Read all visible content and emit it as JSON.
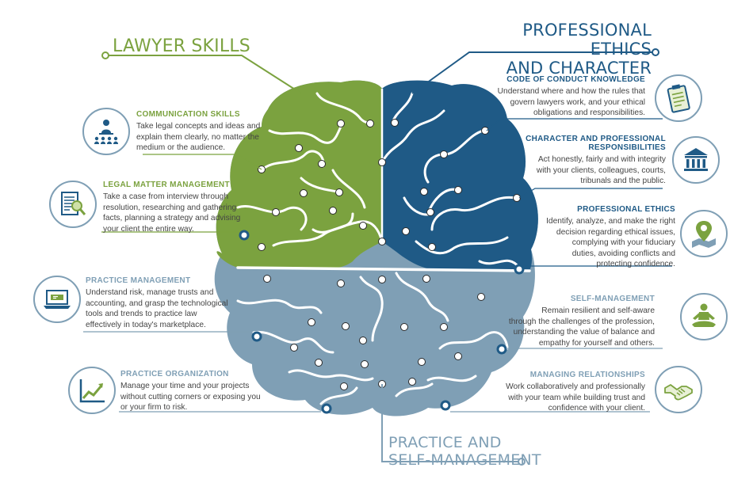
{
  "sections": {
    "lawyer_skills": "LAWYER SKILLS",
    "ethics_line1": "PROFESSIONAL ETHICS",
    "ethics_line2": "AND CHARACTER",
    "practice_line1": "PRACTICE AND",
    "practice_line2": "SELF-MANAGEMENT"
  },
  "left_items": [
    {
      "heading": "COMMUNICATION SKILLS",
      "lines": [
        "Take legal concepts and ideas and",
        "explain them clearly, no matter the",
        "medium or the audience."
      ],
      "icon": "presenter-icon"
    },
    {
      "heading": "LEGAL MATTER MANAGEMENT",
      "lines": [
        "Take a case from interview through",
        "resolution, researching and gathering",
        "facts, planning a strategy and advising",
        "your client the entire way."
      ],
      "icon": "document-search-icon"
    },
    {
      "heading": "PRACTICE MANAGEMENT",
      "lines": [
        "Understand risk, manage trusts and",
        "accounting, and grasp the technological",
        "tools and trends to practice law",
        "effectively in today's marketplace."
      ],
      "icon": "laptop-icon"
    },
    {
      "heading": "PRACTICE ORGANIZATION",
      "lines": [
        "Manage your time and your projects",
        "without cutting corners or exposing you",
        "or your firm to risk."
      ],
      "icon": "growth-chart-icon"
    }
  ],
  "right_items": [
    {
      "heading": "CODE OF CONDUCT KNOWLEDGE",
      "lines": [
        "Understand where and how the rules that",
        "govern lawyers work, and your ethical",
        "obligations and responsibilities."
      ],
      "icon": "clipboard-icon"
    },
    {
      "heading_lines": [
        "CHARACTER AND PROFESSIONAL",
        "RESPONSIBILITIES"
      ],
      "lines": [
        "Act honestly, fairly and with integrity",
        "with your clients, colleagues, courts,",
        "tribunals and the public."
      ],
      "icon": "courthouse-icon"
    },
    {
      "heading": "PROFESSIONAL ETHICS",
      "lines": [
        "Identify, analyze, and make the right",
        "decision regarding ethical issues,",
        "complying with your fiduciary",
        "duties, avoiding conflicts and",
        "protecting confidence."
      ],
      "icon": "map-pin-icon"
    },
    {
      "heading": "SELF-MANAGEMENT",
      "lines": [
        "Remain resilient and self-aware",
        "through the challenges of the profession,",
        "understanding the value of balance and",
        "empathy for yourself and others."
      ],
      "icon": "meditation-icon"
    },
    {
      "heading": "MANAGING RELATIONSHIPS",
      "lines": [
        "Work collaboratively and professionally",
        "with your team while building trust and",
        "confidence with your client."
      ],
      "icon": "handshake-icon"
    }
  ],
  "colors": {
    "green": "#7ba23f",
    "blue": "#1f5a86",
    "grey_blue": "#7f9fb5",
    "text": "#444444"
  }
}
